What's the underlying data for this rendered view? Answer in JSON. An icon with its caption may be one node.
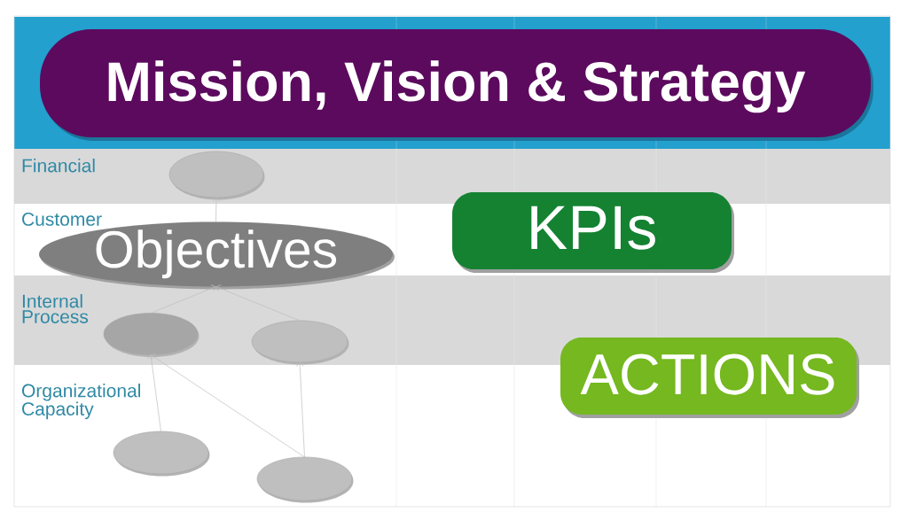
{
  "diagram": {
    "nodes": [
      {
        "text": [
          "Mission, Vision & Strategy"
        ]
      },
      {
        "text": [
          "Objectives"
        ]
      },
      {
        "text": [
          "KPIs"
        ]
      },
      {
        "text": [
          "ACTIONS"
        ]
      },
      {
        "text": [],
        "shape": "ellipse"
      },
      {
        "text": [],
        "shape": "ellipse"
      },
      {
        "text": [],
        "shape": "ellipse"
      },
      {
        "text": [],
        "shape": "ellipse"
      },
      {
        "text": [],
        "shape": "ellipse"
      }
    ],
    "edges": [
      {
        "from": 1,
        "to": 4,
        "arrow": "to"
      },
      {
        "from": 5,
        "to": 1,
        "arrow": "to"
      },
      {
        "from": 6,
        "to": 1,
        "arrow": "to"
      },
      {
        "from": 7,
        "to": 5,
        "arrow": "to"
      },
      {
        "from": 8,
        "to": 5,
        "arrow": "to"
      },
      {
        "from": 8,
        "to": 6,
        "arrow": "to"
      }
    ],
    "labels": [
      "Financial",
      "Customer",
      "Internal Process",
      "Organizational Capacity"
    ]
  }
}
